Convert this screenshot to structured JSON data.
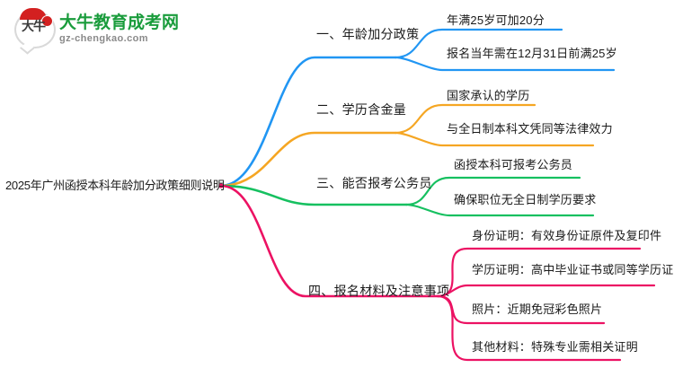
{
  "logo": {
    "mark_text": "大牛",
    "title": "大牛教育成考网",
    "subtitle": "gz-chengkao.com",
    "brand_green": "#1a9c3c",
    "brand_red": "#d32020"
  },
  "mindmap": {
    "root": {
      "label": "2025年广州函授本科年龄加分政策细则说明"
    },
    "branches": [
      {
        "label": "一、年龄加分政策",
        "color": "#2196f3",
        "leaves": [
          "年满25岁可加20分",
          "报名当年需在12月31日前满25岁"
        ]
      },
      {
        "label": "二、学历含金量",
        "color": "#f5a623",
        "leaves": [
          "国家承认的学历",
          "与全日制本科文凭同等法律效力"
        ]
      },
      {
        "label": "三、能否报考公务员",
        "color": "#16c060",
        "leaves": [
          "函授本科可报考公务员",
          "确保职位无全日制学历要求"
        ]
      },
      {
        "label": "四、报名材料及注意事项",
        "color": "#ec1263",
        "leaves": [
          "身份证明：有效身份证原件及复印件",
          "学历证明：高中毕业证书或同等学历证明",
          "照片：近期免冠彩色照片",
          "其他材料：特殊专业需相关证明"
        ]
      }
    ]
  }
}
